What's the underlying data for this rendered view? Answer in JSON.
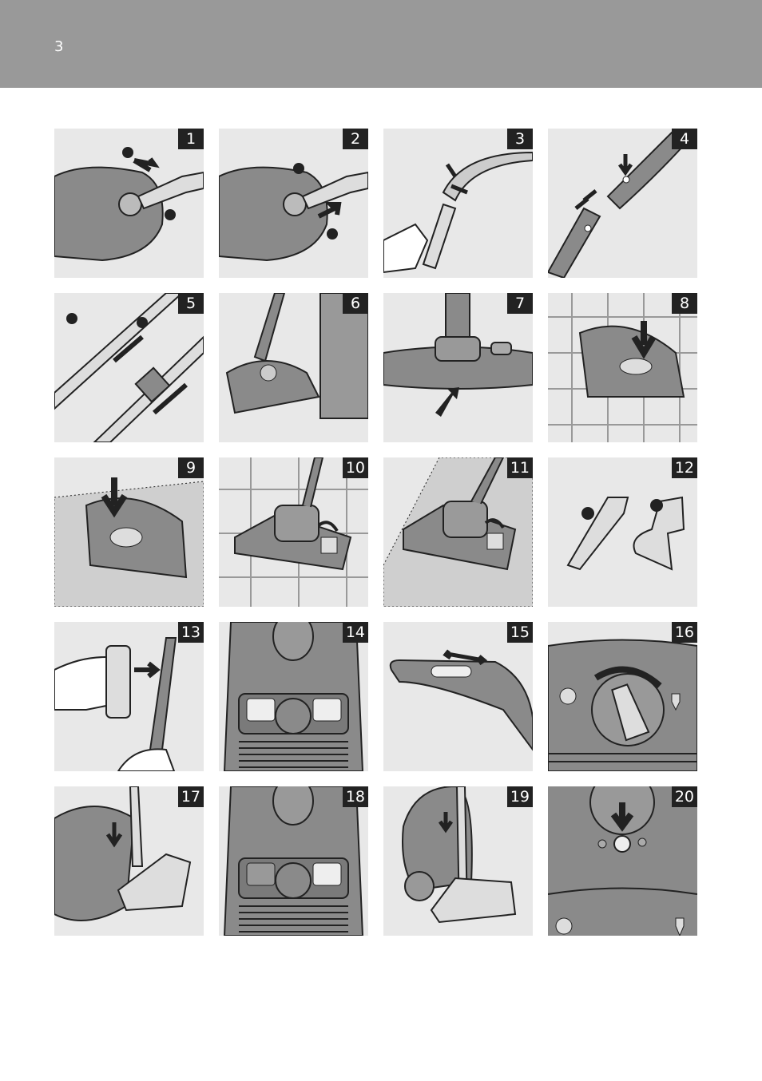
{
  "page": {
    "number": "3"
  },
  "colors": {
    "header": "#999999",
    "panel": "#e8e8e8",
    "badge": "#222222",
    "device": "#8a8a8a"
  },
  "panels": [
    {
      "n": "1",
      "icon": "vacuum-hose-connect-icon"
    },
    {
      "n": "2",
      "icon": "vacuum-hose-release-icon"
    },
    {
      "n": "3",
      "icon": "tube-attach-icon"
    },
    {
      "n": "4",
      "icon": "tube-join-icon"
    },
    {
      "n": "5",
      "icon": "telescopic-tube-icon"
    },
    {
      "n": "6",
      "icon": "nozzle-edge-icon"
    },
    {
      "n": "7",
      "icon": "nozzle-pedal-icon"
    },
    {
      "n": "8",
      "icon": "hard-floor-nozzle-icon"
    },
    {
      "n": "9",
      "icon": "carpet-nozzle-icon"
    },
    {
      "n": "10",
      "icon": "brush-lever-hardfloor-icon"
    },
    {
      "n": "11",
      "icon": "brush-lever-carpet-icon"
    },
    {
      "n": "12",
      "icon": "accessory-tools-icon"
    },
    {
      "n": "13",
      "icon": "accessory-clip-icon"
    },
    {
      "n": "14",
      "icon": "control-panel-icon"
    },
    {
      "n": "15",
      "icon": "handle-slider-icon"
    },
    {
      "n": "16",
      "icon": "power-dial-icon"
    },
    {
      "n": "17",
      "icon": "parking-position-icon"
    },
    {
      "n": "18",
      "icon": "control-panel-icon"
    },
    {
      "n": "19",
      "icon": "storage-position-icon"
    },
    {
      "n": "20",
      "icon": "cord-rewind-button-icon"
    }
  ]
}
